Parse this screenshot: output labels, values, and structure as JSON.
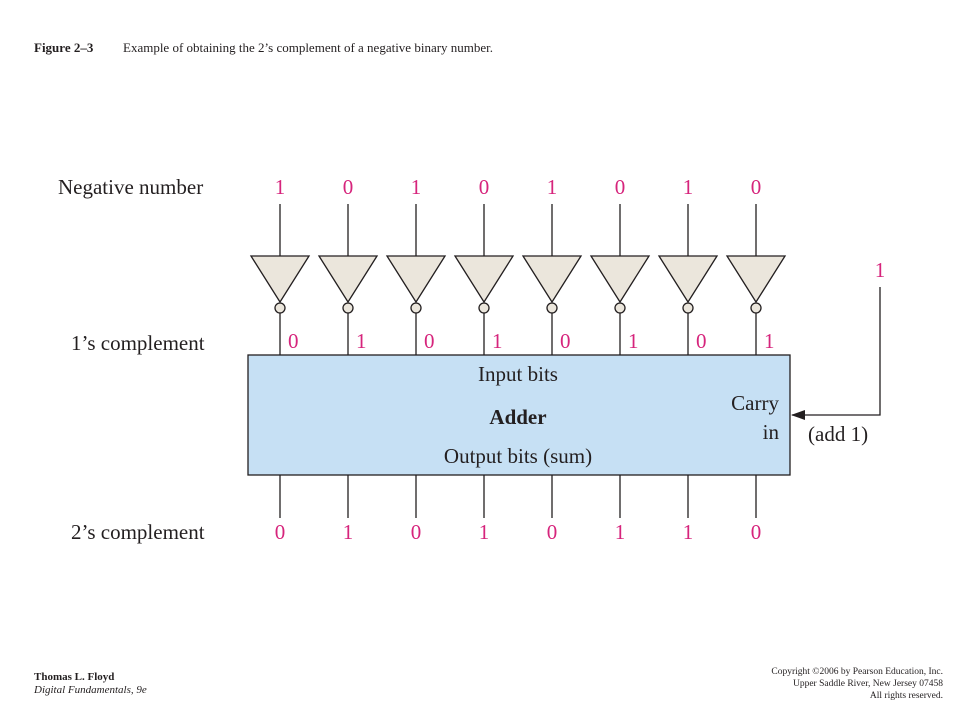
{
  "caption": {
    "number": "Figure 2–3",
    "text": "Example of obtaining the 2’s complement of a negative binary number."
  },
  "diagram": {
    "rows": {
      "negative": {
        "label": "Negative number",
        "bits": [
          "1",
          "0",
          "1",
          "0",
          "1",
          "0",
          "1",
          "0"
        ]
      },
      "ones": {
        "label": "1’s complement",
        "bits": [
          "0",
          "1",
          "0",
          "1",
          "0",
          "1",
          "0",
          "1"
        ]
      },
      "twos": {
        "label": "2’s complement",
        "bits": [
          "0",
          "1",
          "0",
          "1",
          "0",
          "1",
          "1",
          "0"
        ]
      }
    },
    "adder": {
      "input_label": "Input bits",
      "title": "Adder",
      "output_label": "Output bits (sum)",
      "carry_line1": "Carry",
      "carry_line2": "in"
    },
    "carry_bit": "1",
    "add_label": "(add 1)",
    "colors": {
      "bits": "#d6247c",
      "adder_fill": "#c6e0f4",
      "gate_fill": "#ebe6dc",
      "lines": "#231f20"
    }
  },
  "footer": {
    "author": "Thomas L. Floyd",
    "book": "Digital Fundamentals, 9e",
    "copyright": "Copyright ©2006 by Pearson Education, Inc.",
    "address": "Upper Saddle River, New Jersey 07458",
    "rights": "All rights reserved."
  }
}
